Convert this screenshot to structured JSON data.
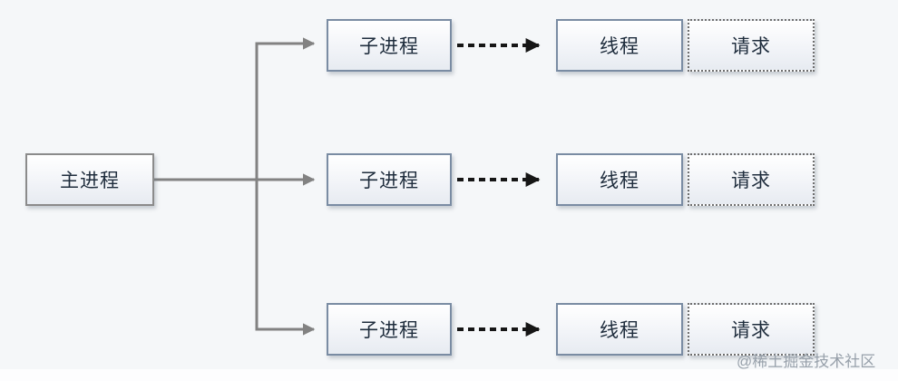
{
  "diagram": {
    "title_semantics": "process-thread-fanout-diagram",
    "nodes": {
      "main": {
        "label": "主进程"
      },
      "rows": [
        {
          "child": "子进程",
          "thread": "线程",
          "request": "请求"
        },
        {
          "child": "子进程",
          "thread": "线程",
          "request": "请求"
        },
        {
          "child": "子进程",
          "thread": "线程",
          "request": "请求"
        }
      ]
    },
    "colors": {
      "canvas_background": "#f5f7f9",
      "solid_connector": "#828282",
      "dashed_connector": "#161616",
      "blue_box_border": "#7a8ca3",
      "main_box_border": "#8b8b8b",
      "request_box_border": "#6e6e6e",
      "text": "#1f2d3d",
      "watermark": "#97a0aa"
    },
    "watermark": "@稀土掘金技术社区"
  }
}
